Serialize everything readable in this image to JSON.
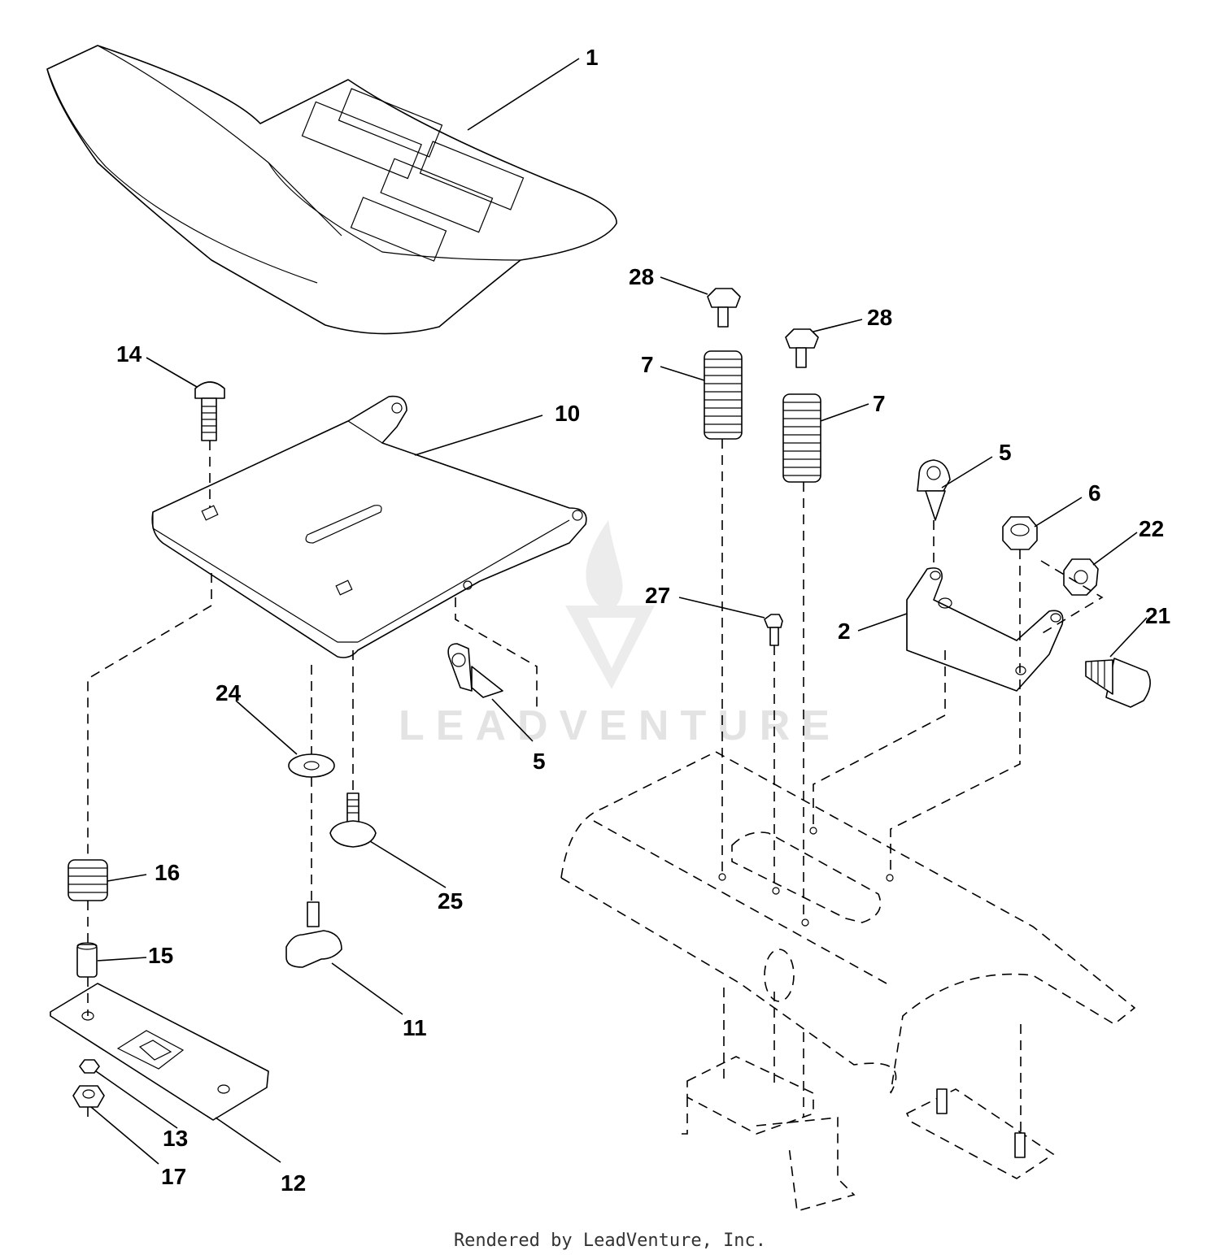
{
  "watermark": {
    "text": "LEADVENTURE"
  },
  "footer": {
    "text": "Rendered by LeadVenture, Inc."
  },
  "callouts": [
    "1",
    "2",
    "5",
    "5",
    "6",
    "7",
    "7",
    "10",
    "11",
    "12",
    "13",
    "14",
    "15",
    "16",
    "17",
    "21",
    "22",
    "24",
    "25",
    "27",
    "28",
    "28"
  ],
  "colors": {
    "line": "#000000",
    "watermark": "#e3e3e3",
    "footer": "#333333"
  }
}
